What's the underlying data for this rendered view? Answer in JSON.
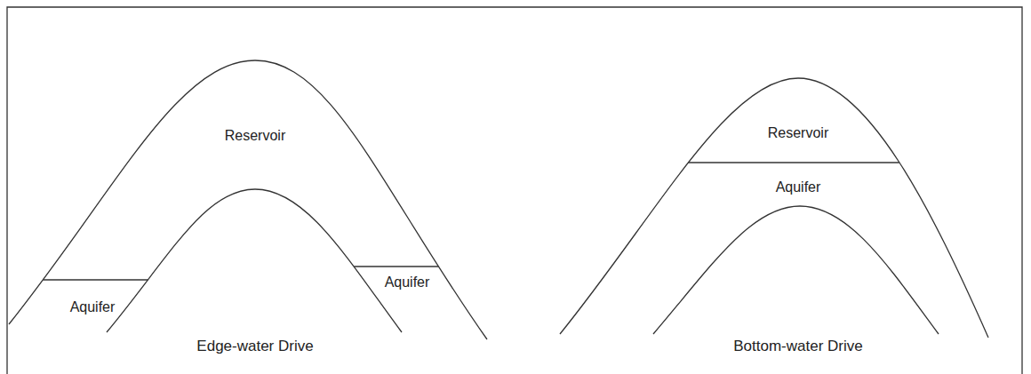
{
  "diagram": {
    "labels": [
      "Reservoir",
      "Aquifer",
      "Aquifer",
      "Edge-water Drive",
      "Reservoir",
      "Aquifer",
      "Bottom-water Drive"
    ]
  }
}
